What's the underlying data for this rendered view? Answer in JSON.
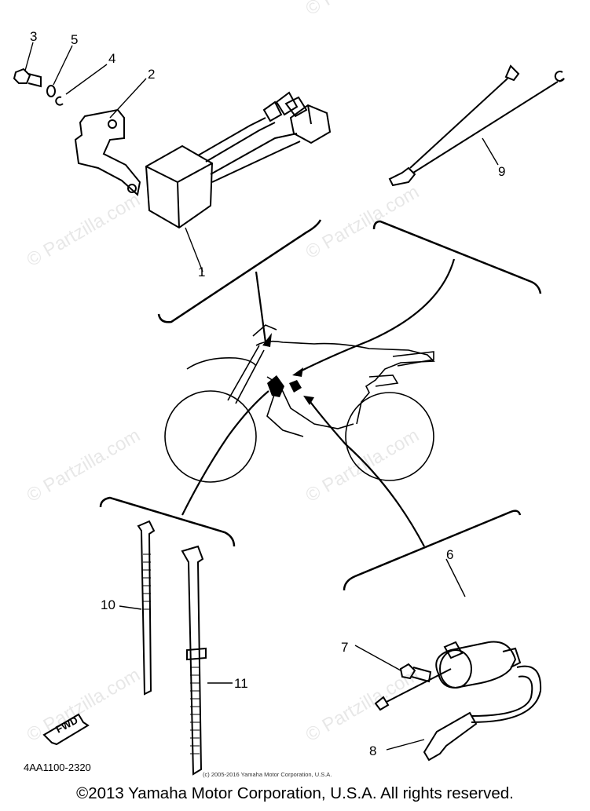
{
  "callouts": {
    "p1": "1",
    "p2": "2",
    "p3": "3",
    "p4": "4",
    "p5": "5",
    "p6": "6",
    "p7": "7",
    "p8": "8",
    "p9": "9",
    "p10": "10",
    "p11": "11"
  },
  "direction_label": "FWD",
  "diagram_code": "4AA1100-2320",
  "watermark_text": "© Partzilla.com",
  "copyright_small": "(c) 2005-2016 Yamaha Motor Corporation, U.S.A.",
  "copyright_main": "©2013 Yamaha Motor Corporation, U.S.A. All rights reserved."
}
